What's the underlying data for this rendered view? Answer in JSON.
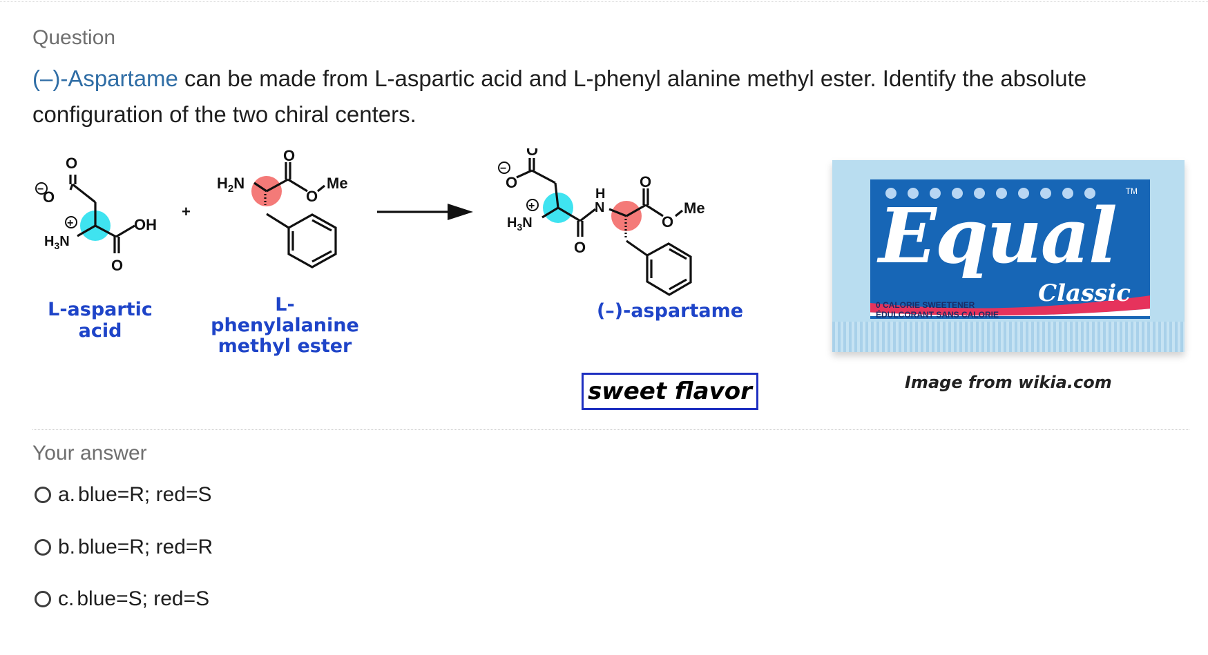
{
  "question": {
    "label": "Question",
    "link_text": "(–)-Aspartame",
    "body": " can be made from L-aspartic acid and L-phenyl alanine methyl ester. Identify the absolute configuration of the two chiral centers."
  },
  "figure": {
    "labels": {
      "aspartic_acid": "L-aspartic acid",
      "phe_line1": "L-phenylalanine",
      "phe_line2": "methyl ester",
      "aspartame": "(–)-aspartame",
      "sweet": "sweet flavor"
    },
    "atoms": {
      "O": "O",
      "N": "N",
      "H": "H",
      "H3N_main": "H",
      "H3N_sub": "3",
      "H3N_end": "N",
      "H2N_main": "H",
      "H2N_sub": "2",
      "H2N_end": "N",
      "Me": "Me",
      "OH": "OH",
      "plus_charge": "+",
      "minus_charge": "−",
      "plus_sign": "+"
    },
    "colors": {
      "blue_center": "#3fe3f0",
      "red_center": "#f47a78",
      "label_blue": "#1e44c8"
    },
    "packet": {
      "brand": "Equal",
      "sub": "Classic",
      "tm": "TM",
      "fine_print_1": "0 CALORIE SWEETENER",
      "fine_print_2": "ÉDULCORANT SANS CALORIE"
    },
    "caption": "Image from wikia.com"
  },
  "answer": {
    "label": "Your answer",
    "options": [
      {
        "letter": "a.",
        "text": "blue=R; red=S"
      },
      {
        "letter": "b.",
        "text": "blue=R; red=R"
      },
      {
        "letter": "c.",
        "text": "blue=S; red=S"
      }
    ]
  }
}
